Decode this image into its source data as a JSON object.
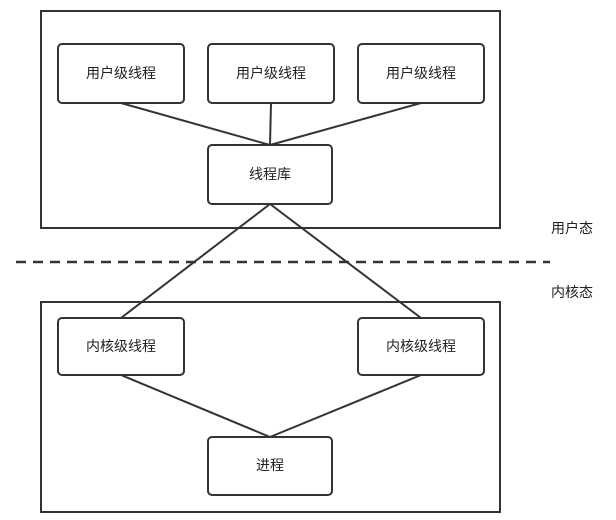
{
  "diagram": {
    "user_nodes": [
      {
        "label": "用户级线程"
      },
      {
        "label": "用户级线程"
      },
      {
        "label": "用户级线程"
      }
    ],
    "thread_library": {
      "label": "线程库"
    },
    "kernel_nodes": [
      {
        "label": "内核级线程"
      },
      {
        "label": "内核级线程"
      }
    ],
    "process": {
      "label": "进程"
    },
    "user_space_label": "用户态",
    "kernel_space_label": "内核态"
  }
}
